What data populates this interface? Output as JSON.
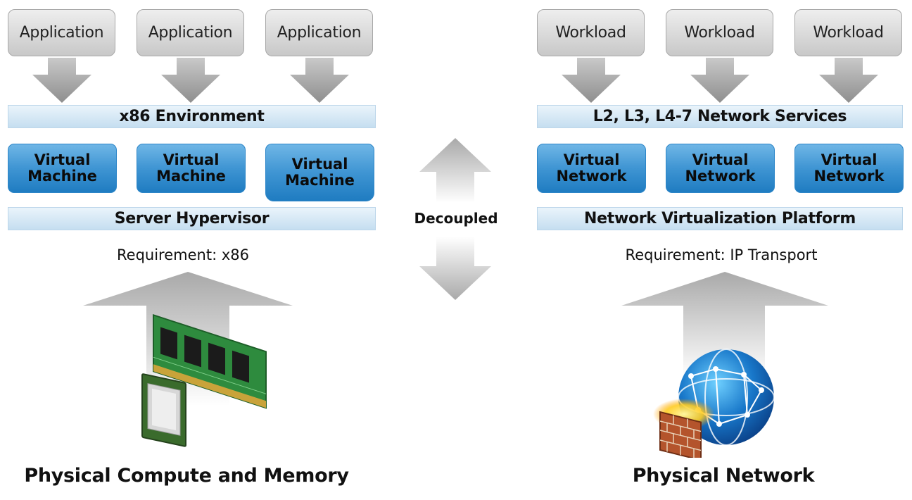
{
  "left": {
    "apps": [
      "Application",
      "Application",
      "Application"
    ],
    "environment": "x86 Environment",
    "vms": [
      {
        "line1": "Virtual",
        "line2": "Machine"
      },
      {
        "line1": "Virtual",
        "line2": "Machine"
      },
      {
        "line1": "Virtual",
        "line2": "Machine"
      }
    ],
    "platform": "Server Hypervisor",
    "requirement": "Requirement: x86",
    "bottom_title": "Physical Compute and Memory"
  },
  "center": {
    "label": "Decoupled"
  },
  "right": {
    "workloads": [
      "Workload",
      "Workload",
      "Workload"
    ],
    "services": "L2, L3, L4-7 Network Services",
    "networks": [
      {
        "line1": "Virtual",
        "line2": "Network"
      },
      {
        "line1": "Virtual",
        "line2": "Network"
      },
      {
        "line1": "Virtual",
        "line2": "Network"
      }
    ],
    "platform": "Network Virtualization Platform",
    "requirement": "Requirement: IP Transport",
    "bottom_title": "Physical Network"
  },
  "colors": {
    "arrow_gray": "#9a9a9a",
    "vm_blue": "#3f95d3",
    "bar_light_blue": "#d6e8f5"
  },
  "icons": [
    "memory-module-icon",
    "cpu-chip-icon",
    "globe-network-icon",
    "firewall-icon"
  ]
}
